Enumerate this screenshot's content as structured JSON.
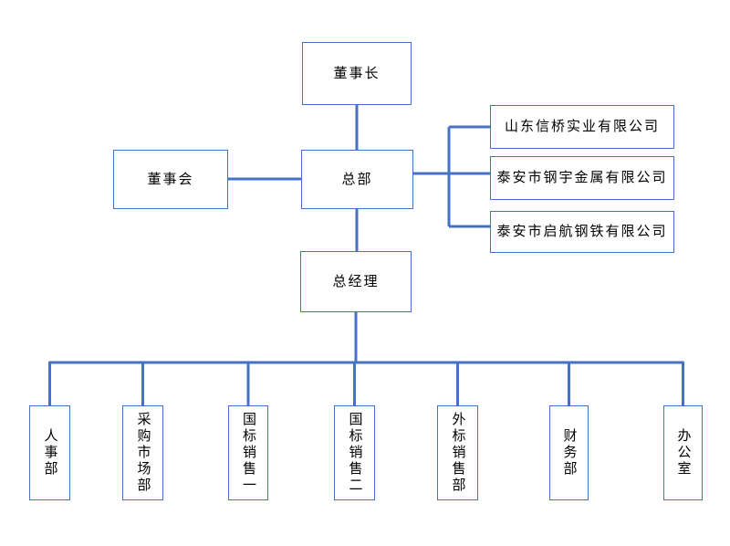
{
  "colors": {
    "line": "#4472C4",
    "border": "#4472C4",
    "text": "#000000",
    "bg": "#FFFFFF"
  },
  "org": {
    "chairman": {
      "label": "董事长"
    },
    "board": {
      "label": "董事会"
    },
    "hq": {
      "label": "总部"
    },
    "gm": {
      "label": "总经理"
    },
    "companies": [
      {
        "label": "山东信桥实业有限公司"
      },
      {
        "label": "泰安市钢宇金属有限公司"
      },
      {
        "label": "泰安市启航钢铁有限公司"
      }
    ],
    "departments": [
      {
        "label": "人事部"
      },
      {
        "label": "采购市场部"
      },
      {
        "label": "国标销售一"
      },
      {
        "label": "国标销售二"
      },
      {
        "label": "外标销售部"
      },
      {
        "label": "财务部"
      },
      {
        "label": "办公室"
      }
    ]
  }
}
